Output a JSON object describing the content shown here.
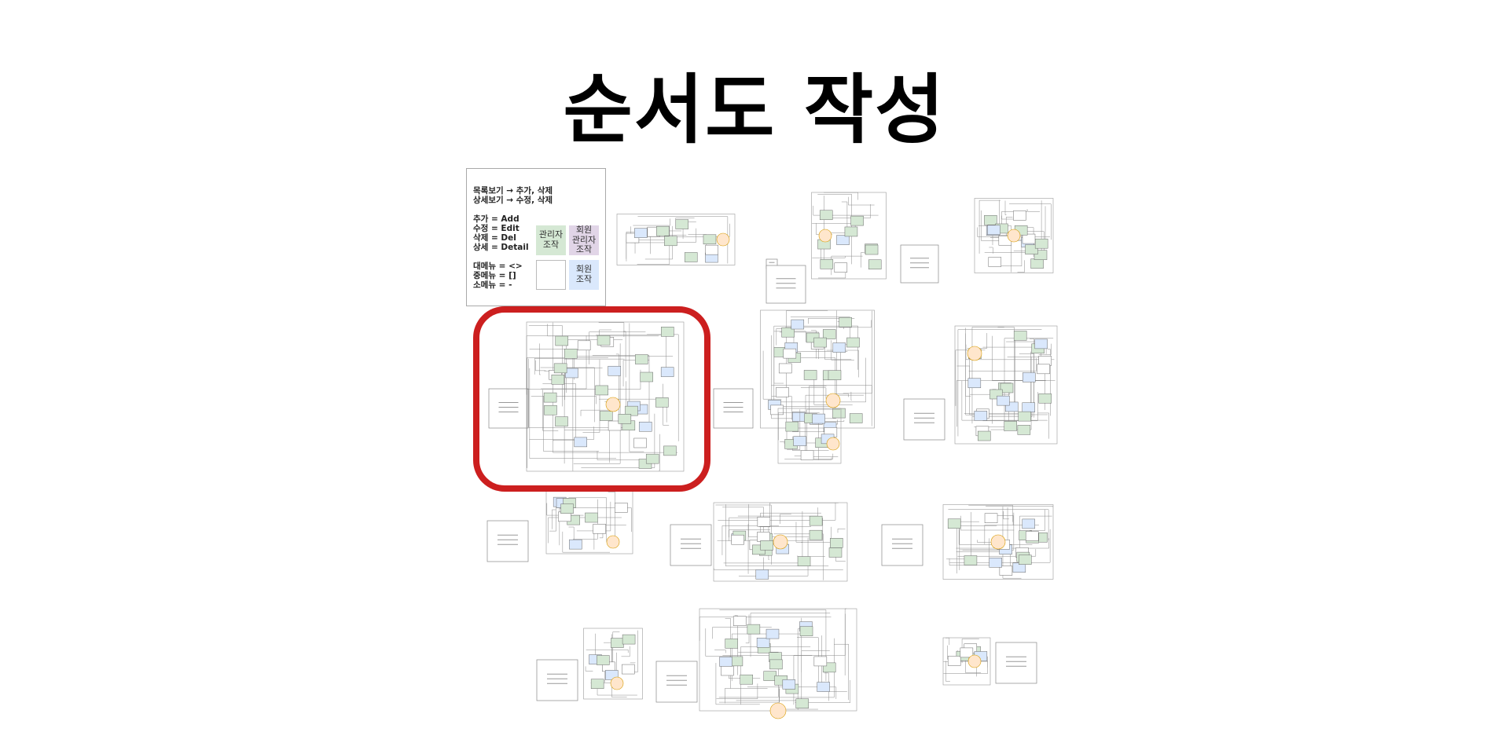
{
  "slide": {
    "title": "순서도 작성"
  },
  "legend": {
    "lines": [
      "목록보기 → 추가, 삭제",
      "상세보기 → 수정, 삭제",
      "추가 = Add",
      "수정 = Edit",
      "삭제 = Del",
      "상세 = Detail",
      "대메뉴 = <>",
      "중메뉴 = []",
      "소메뉴 = -"
    ],
    "swatches": [
      {
        "label": "관리자\n조작",
        "color": "#d5e8d4"
      },
      {
        "label": "회원\n관리자\n조작",
        "color": "#e1d5e7"
      },
      {
        "label": "",
        "color": "#ffffff"
      },
      {
        "label": "회원\n조작",
        "color": "#dae8fc"
      }
    ]
  },
  "colors": {
    "admin": "#d5e8d4",
    "member_admin": "#e1d5e7",
    "member": "#dae8fc",
    "decision": "#ffe6cc",
    "highlight": "#cc1f1f"
  },
  "highlight": {
    "shape": "rounded-rectangle",
    "color": "#cc1f1f"
  }
}
